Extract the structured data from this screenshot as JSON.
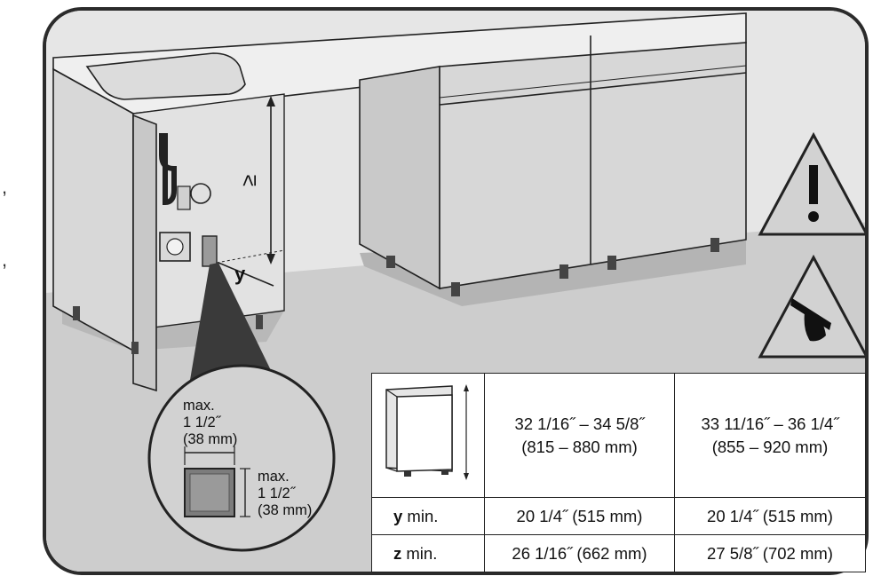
{
  "edge_marks": [
    ",",
    ","
  ],
  "dimension_labels": {
    "z": "≥",
    "y": "y"
  },
  "callout": {
    "width_label": [
      "max.",
      "1 1/2˝",
      "(38 mm)"
    ],
    "height_label": [
      "max.",
      "1 1/2˝",
      "(38 mm)"
    ]
  },
  "warnings": [
    "general-warning-icon",
    "hand-crush-warning-icon"
  ],
  "table": {
    "col1_line1": "32 1/16˝ – 34 5/8˝",
    "col1_line2": "(815 – 880 mm)",
    "col2_line1": "33 11/16˝ – 36 1/4˝",
    "col2_line2": "(855 – 920 mm)",
    "rows": [
      {
        "key": "y",
        "suffix": " min.",
        "v1": "20 1/4˝ (515 mm)",
        "v2": "20 1/4˝ (515 mm)"
      },
      {
        "key": "z",
        "suffix": " min.",
        "v1": "26 1/16˝ (662 mm)",
        "v2": "27 5/8˝ (702 mm)"
      }
    ]
  },
  "colors": {
    "floor": "#cfcfcf",
    "cabinet": "#dcdcdc",
    "shadow": "#9a9a9a",
    "line": "#222222"
  }
}
